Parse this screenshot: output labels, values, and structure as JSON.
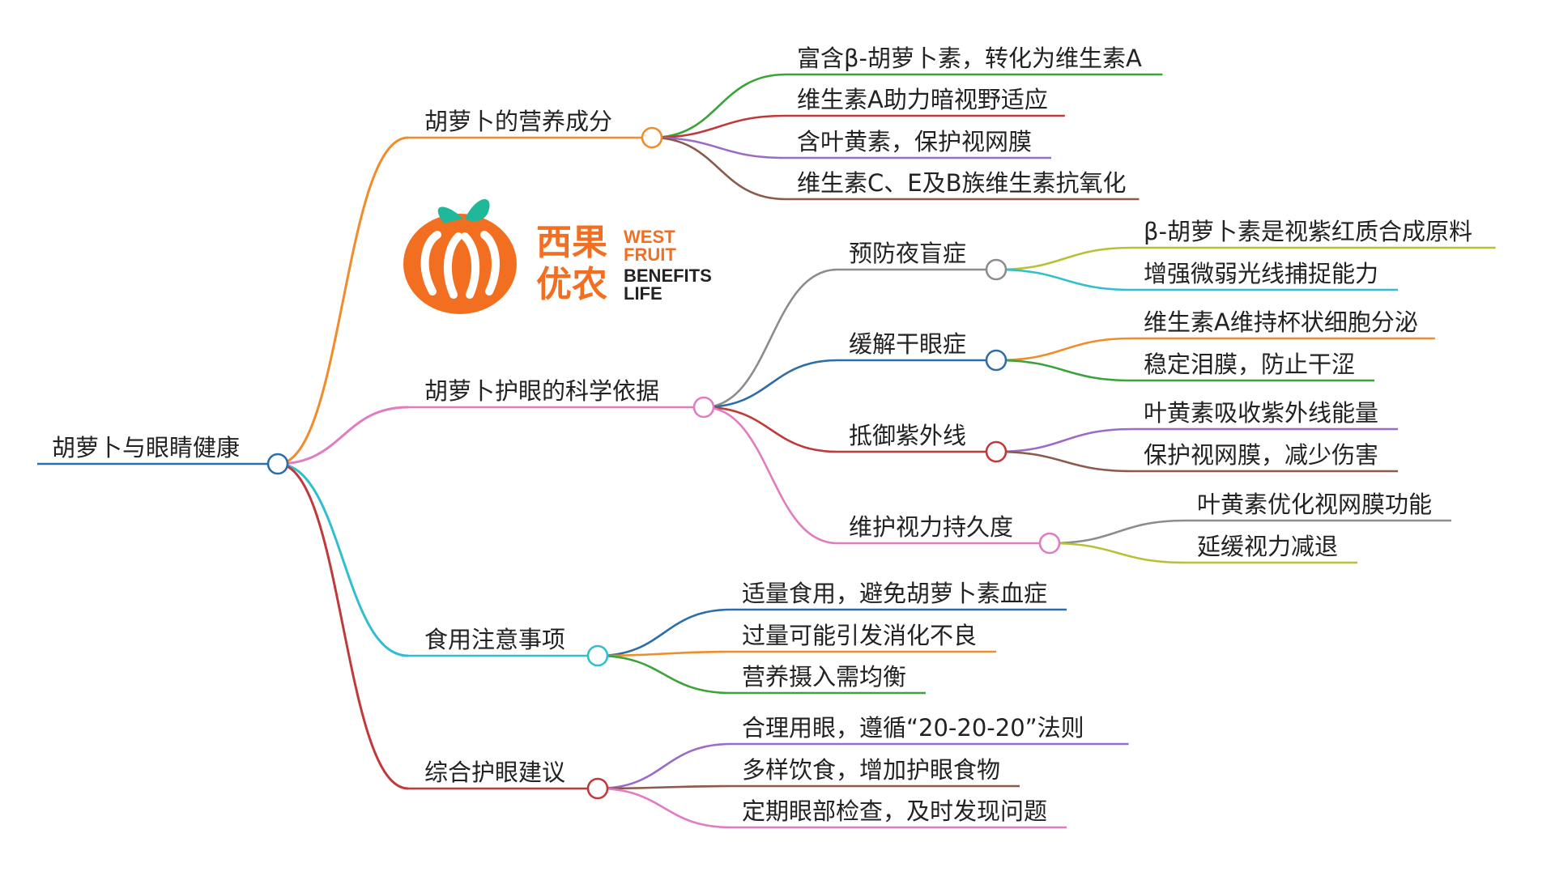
{
  "mindmap": {
    "root": {
      "label": "胡萝卜与眼睛健康",
      "color": "#2e6ea6"
    },
    "branches": [
      {
        "label": "胡萝卜的营养成分",
        "color": "#f08c2a",
        "leaves": [
          {
            "label": "富含β-胡萝卜素，转化为维生素A",
            "color": "#3aa33a"
          },
          {
            "label": "维生素A助力暗视野适应",
            "color": "#c0393b"
          },
          {
            "label": "含叶黄素，保护视网膜",
            "color": "#9b6bc6"
          },
          {
            "label": "维生素C、E及B族维生素抗氧化",
            "color": "#8b5a4a"
          }
        ]
      },
      {
        "label": "胡萝卜护眼的科学依据",
        "color": "#e07cc0",
        "children": [
          {
            "label": "预防夜盲症",
            "color": "#8c8c8c",
            "leaves": [
              {
                "label": "β-胡萝卜素是视紫红质合成原料",
                "color": "#b8c034"
              },
              {
                "label": "增强微弱光线捕捉能力",
                "color": "#2fbfcf"
              }
            ]
          },
          {
            "label": "缓解干眼症",
            "color": "#2e6ea6",
            "leaves": [
              {
                "label": "维生素A维持杯状细胞分泌",
                "color": "#f08c2a"
              },
              {
                "label": "稳定泪膜，防止干涩",
                "color": "#3aa33a"
              }
            ]
          },
          {
            "label": "抵御紫外线",
            "color": "#c0393b",
            "leaves": [
              {
                "label": "叶黄素吸收紫外线能量",
                "color": "#9b6bc6"
              },
              {
                "label": "保护视网膜，减少伤害",
                "color": "#8b5a4a"
              }
            ]
          },
          {
            "label": "维护视力持久度",
            "color": "#e07cc0",
            "leaves": [
              {
                "label": "叶黄素优化视网膜功能",
                "color": "#8c8c8c"
              },
              {
                "label": "延缓视力减退",
                "color": "#b8c034"
              }
            ]
          }
        ]
      },
      {
        "label": "食用注意事项",
        "color": "#2fbfcf",
        "leaves": [
          {
            "label": "适量食用，避免胡萝卜素血症",
            "color": "#2e6ea6"
          },
          {
            "label": "过量可能引发消化不良",
            "color": "#f08c2a"
          },
          {
            "label": "营养摄入需均衡",
            "color": "#3aa33a"
          }
        ]
      },
      {
        "label": "综合护眼建议",
        "color": "#c0393b",
        "leaves": [
          {
            "label": "合理用眼，遵循“20-20-20”法则",
            "color": "#9b6bc6"
          },
          {
            "label": "多样饮食，增加护眼食物",
            "color": "#8b5a4a"
          },
          {
            "label": "定期眼部检查，及时发现问题",
            "color": "#e07cc0"
          }
        ]
      }
    ]
  },
  "logo": {
    "mark_text_top": "西果",
    "mark_text_bottom": "优农",
    "en_line1": "WEST",
    "en_line2": "FRUIT",
    "en_line3": "BENEFITS",
    "en_line4": "LIFE",
    "orange_color": "#f26f21",
    "leaf_color": "#1fb89a"
  }
}
